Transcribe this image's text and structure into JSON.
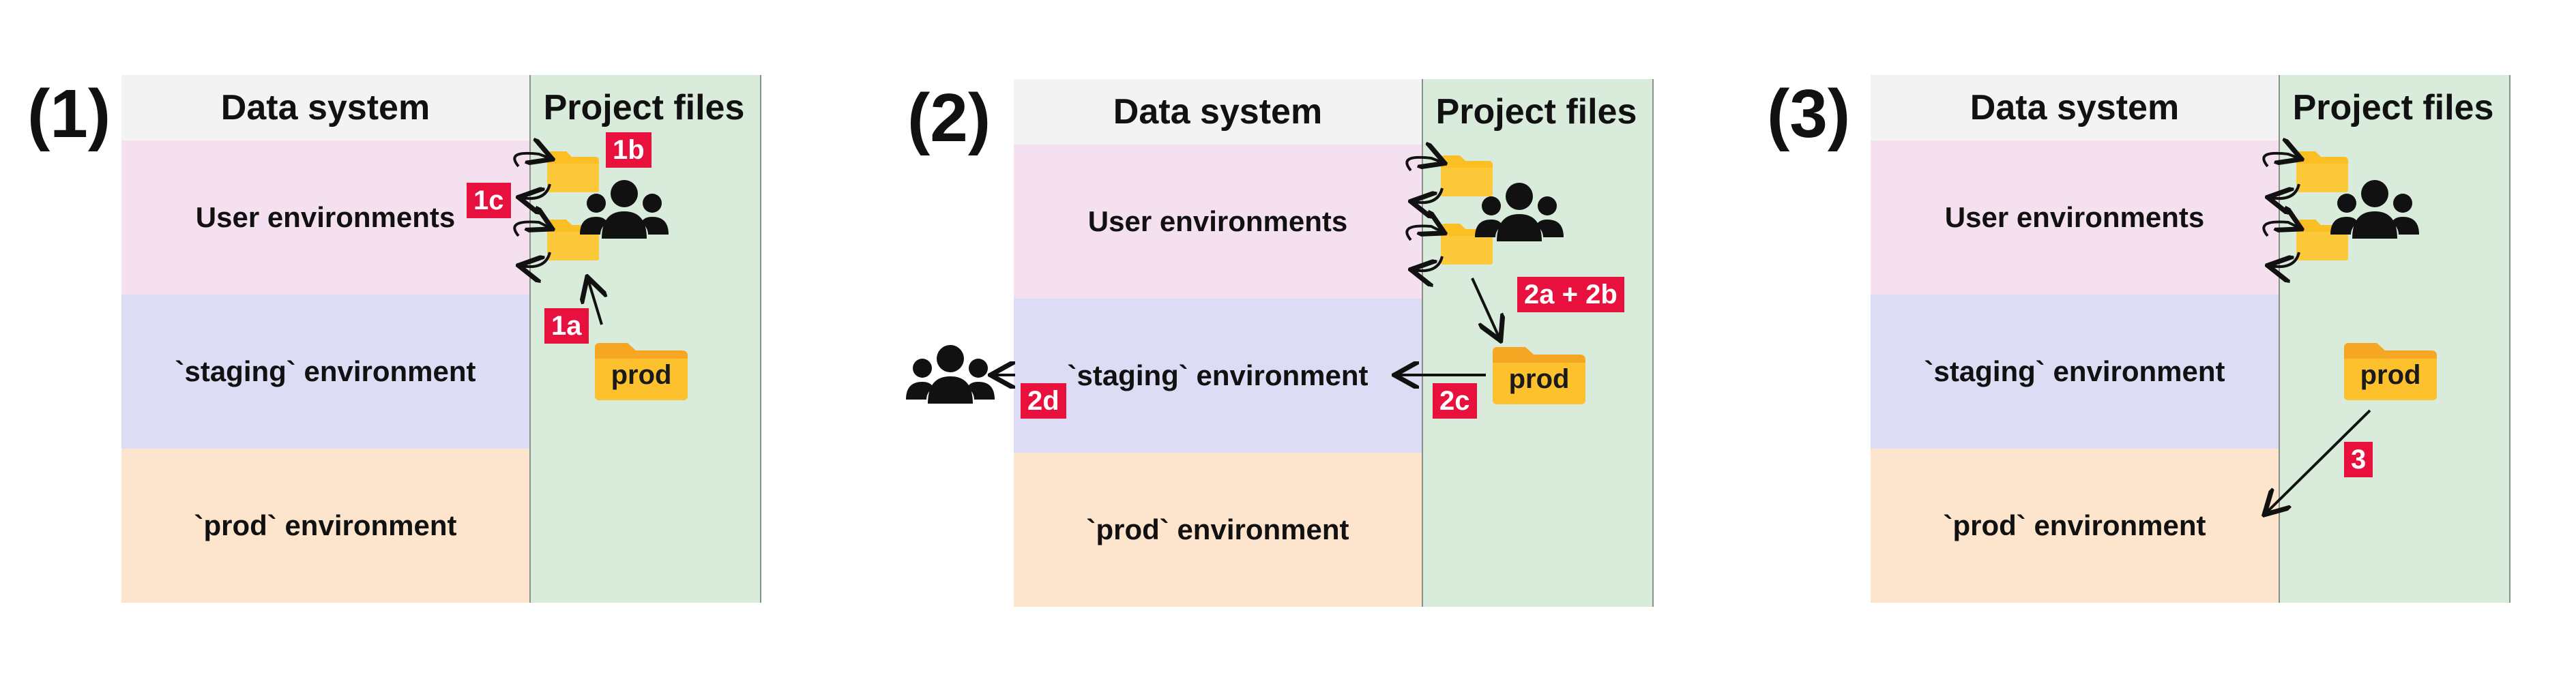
{
  "panels": [
    {
      "number": "(1)",
      "data_header": "Data system",
      "files_header": "Project files",
      "rows": [
        "User environments",
        "`staging` environment",
        "`prod` environment"
      ],
      "folder_label": "prod",
      "badges": [
        "1a",
        "1b",
        "1c"
      ]
    },
    {
      "number": "(2)",
      "data_header": "Data system",
      "files_header": "Project files",
      "rows": [
        "User environments",
        "`staging` environment",
        "`prod` environment"
      ],
      "folder_label": "prod",
      "badges": [
        "2a + 2b",
        "2c",
        "2d"
      ]
    },
    {
      "number": "(3)",
      "data_header": "Data system",
      "files_header": "Project files",
      "rows": [
        "User environments",
        "`staging` environment",
        "`prod` environment"
      ],
      "folder_label": "prod",
      "badges": [
        "3"
      ]
    }
  ],
  "colors": {
    "user_env": "#f5e0f0",
    "staging_env": "#dcdcf5",
    "prod_env": "#fde4cc",
    "project_files": "#d9ebdb",
    "header": "#f3f3f3",
    "badge": "#e8103c",
    "folder": "#fbbf24"
  },
  "icons": [
    "folder-icon",
    "users-icon",
    "sync-arrows-icon",
    "arrow-icon"
  ]
}
